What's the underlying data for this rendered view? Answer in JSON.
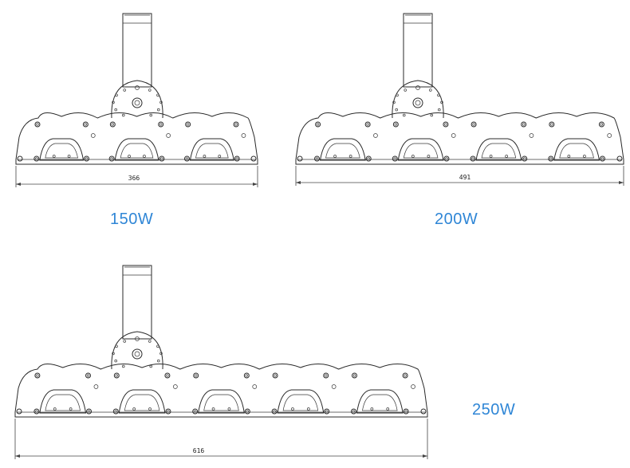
{
  "accent_color": "#2f86d6",
  "fixtures": [
    {
      "id": "150w",
      "module_count": 3,
      "dimension": "366",
      "power_label": "150W"
    },
    {
      "id": "200w",
      "module_count": 4,
      "dimension": "491",
      "power_label": "200W"
    },
    {
      "id": "250w",
      "module_count": 5,
      "dimension": "616",
      "power_label": "250W"
    }
  ]
}
